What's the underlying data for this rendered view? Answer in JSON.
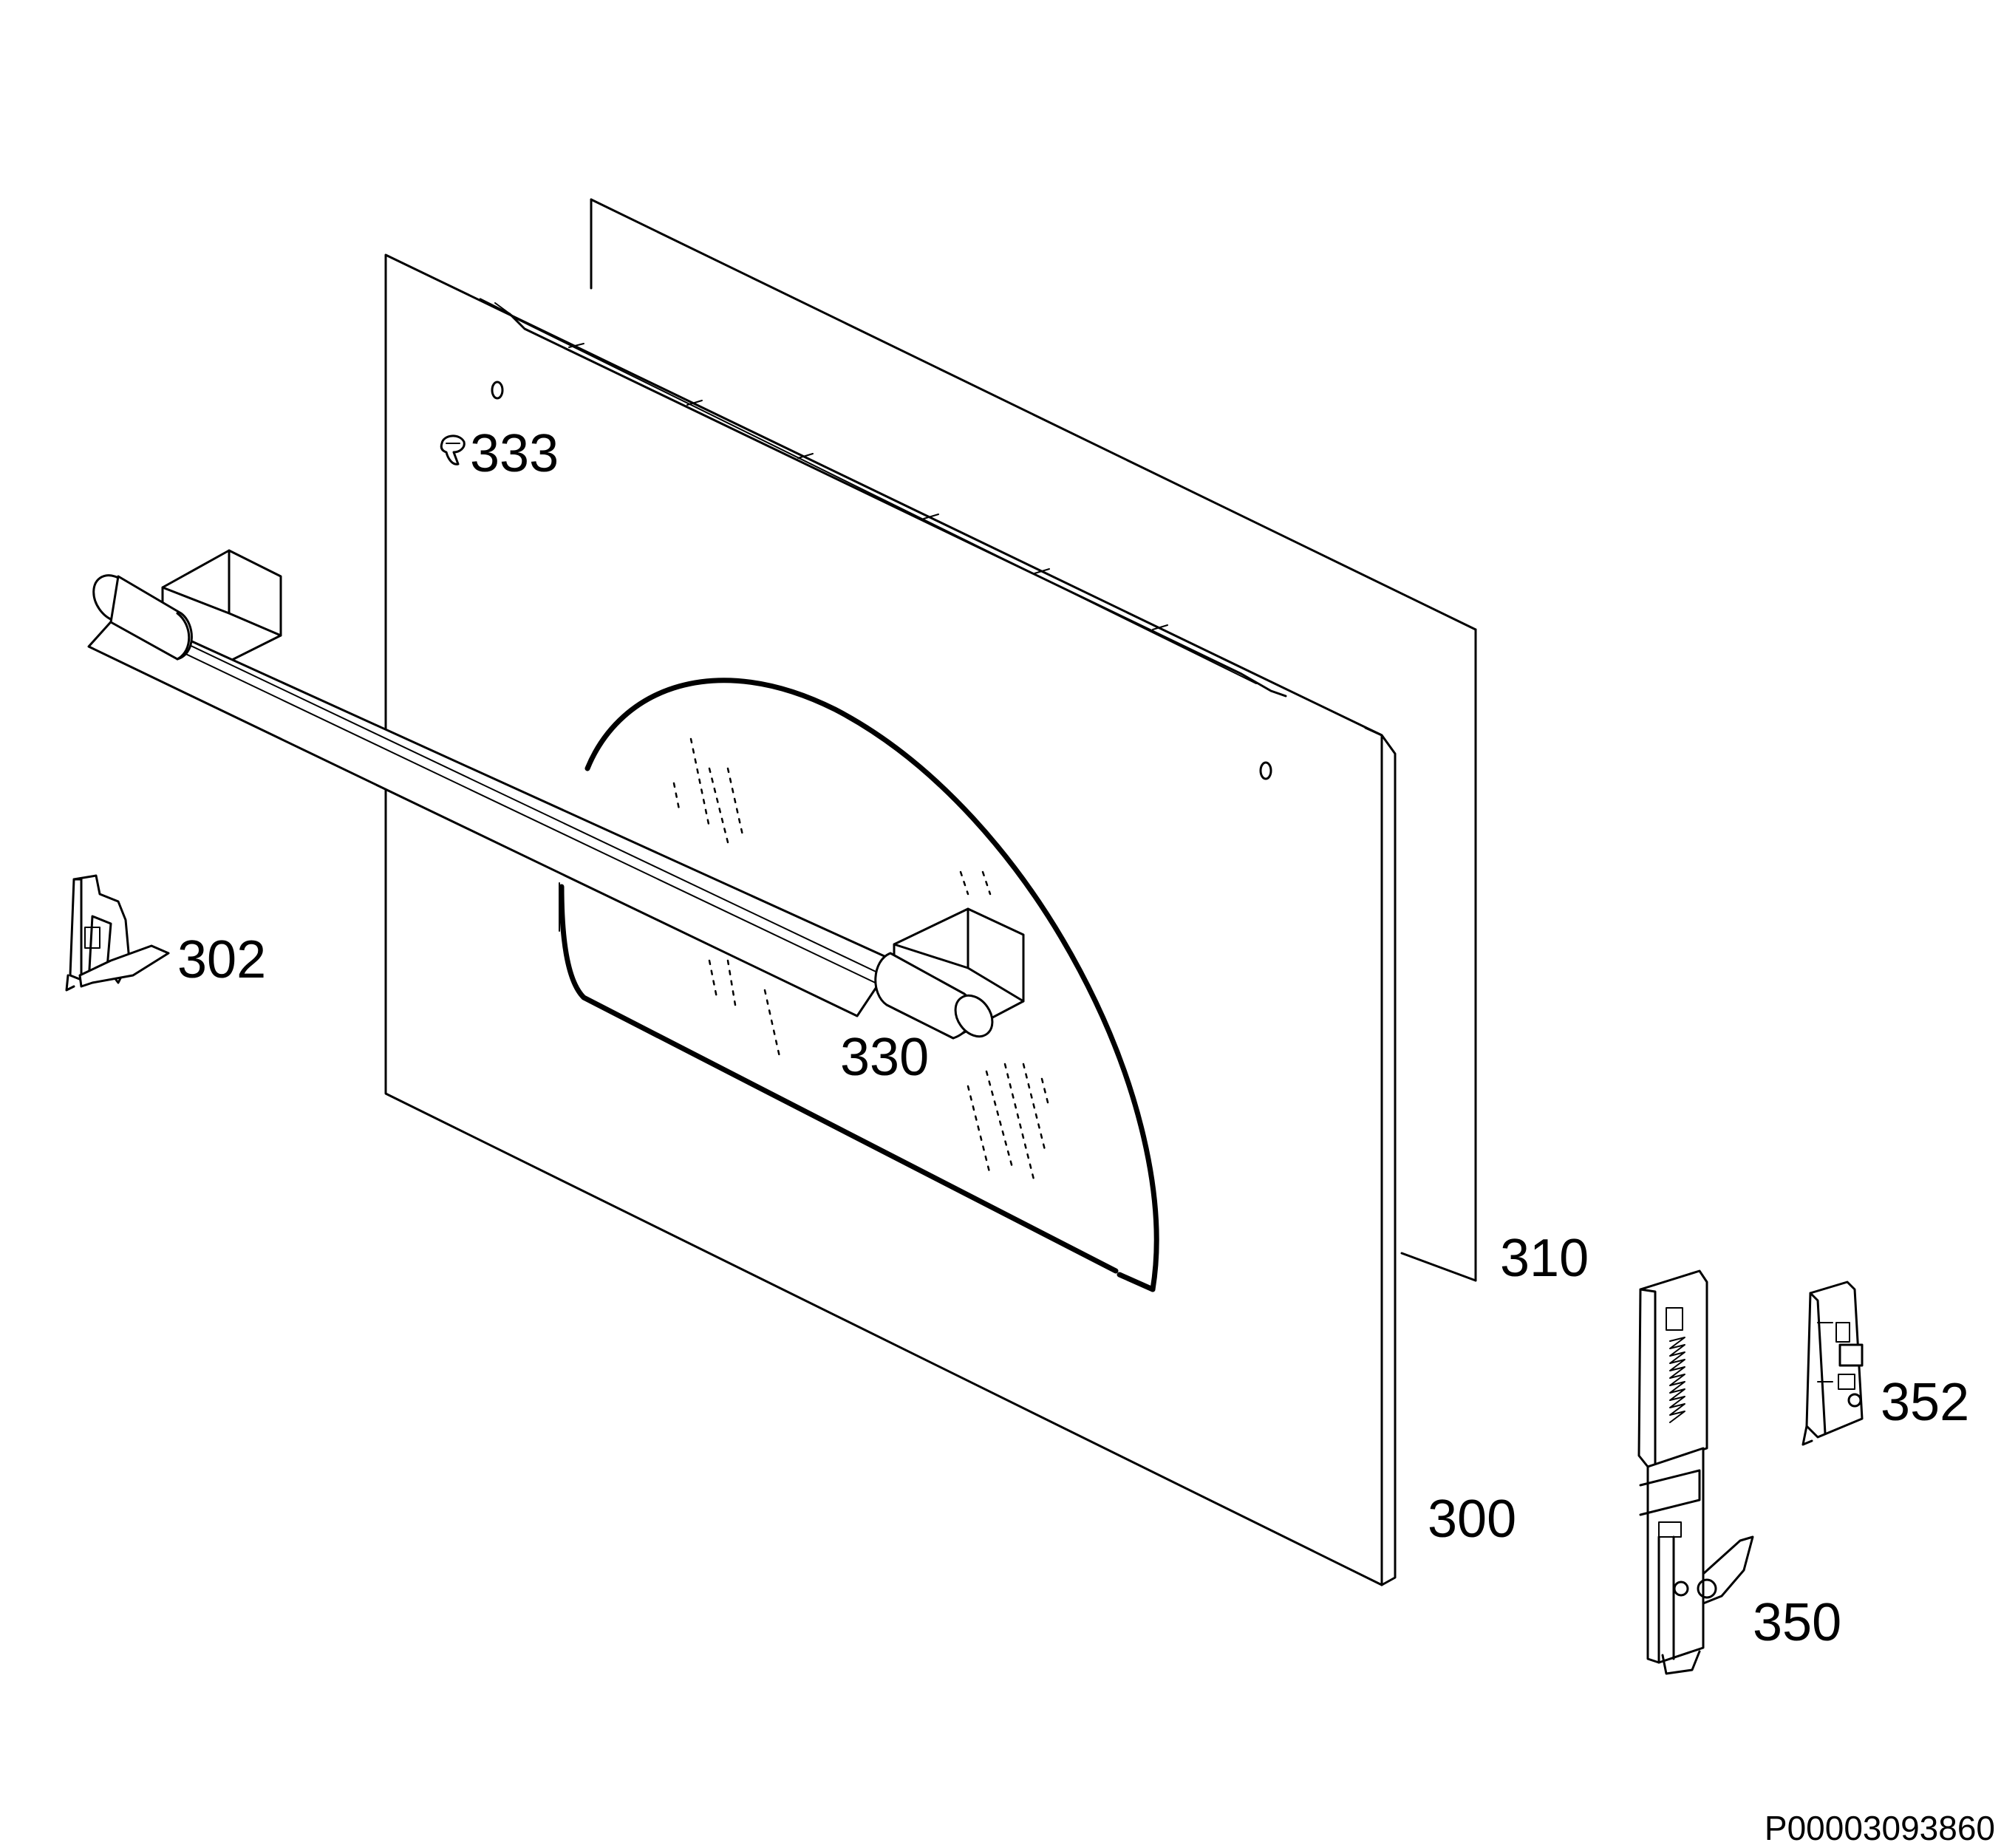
{
  "parts": [
    {
      "id": "p333",
      "label": "333",
      "name": "screw"
    },
    {
      "id": "p302",
      "label": "302",
      "name": "door-catch"
    },
    {
      "id": "p330",
      "label": "330",
      "name": "door-handle"
    },
    {
      "id": "p310",
      "label": "310",
      "name": "inner-glass-panel"
    },
    {
      "id": "p300",
      "label": "300",
      "name": "outer-door-panel"
    },
    {
      "id": "p352",
      "label": "352",
      "name": "hinge-receptacle"
    },
    {
      "id": "p350",
      "label": "350",
      "name": "door-hinge"
    }
  ],
  "document_code": "P00003093860"
}
